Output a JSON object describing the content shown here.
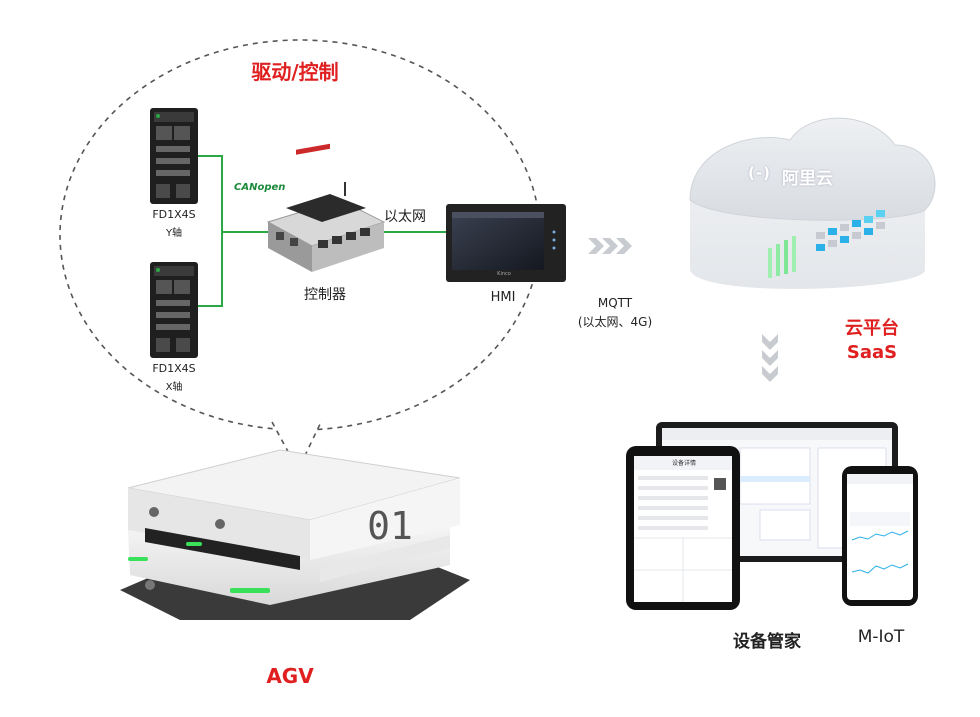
{
  "titles": {
    "drive_control": "驱动/控制",
    "cloud_platform_line1": "云平台",
    "cloud_platform_line2": "SaaS",
    "agv": "AGV"
  },
  "devices": {
    "driver_y_model": "FD1X4S",
    "driver_y_axis": "Y轴",
    "driver_x_model": "FD1X4S",
    "driver_x_axis": "X轴",
    "canopen_logo": "CANopen",
    "controller": "控制器",
    "ethernet": "以太网",
    "hmi": "HMI",
    "hmi_brand": "Kinco",
    "agv_number": "01"
  },
  "protocol": {
    "mqtt": "MQTT",
    "transport": "(以太网、4G)"
  },
  "cloud": {
    "brand_icon": "(-)",
    "brand_name": "阿里云"
  },
  "apps": {
    "device_manager": "设备管家",
    "miot": "M-IoT",
    "tablet_title": "设备详情"
  },
  "colors": {
    "accent_red": "#e02020",
    "link_green": "#2aa845",
    "arrow_gray": "#c8ccd0",
    "agv_glow": "#39e05a"
  }
}
